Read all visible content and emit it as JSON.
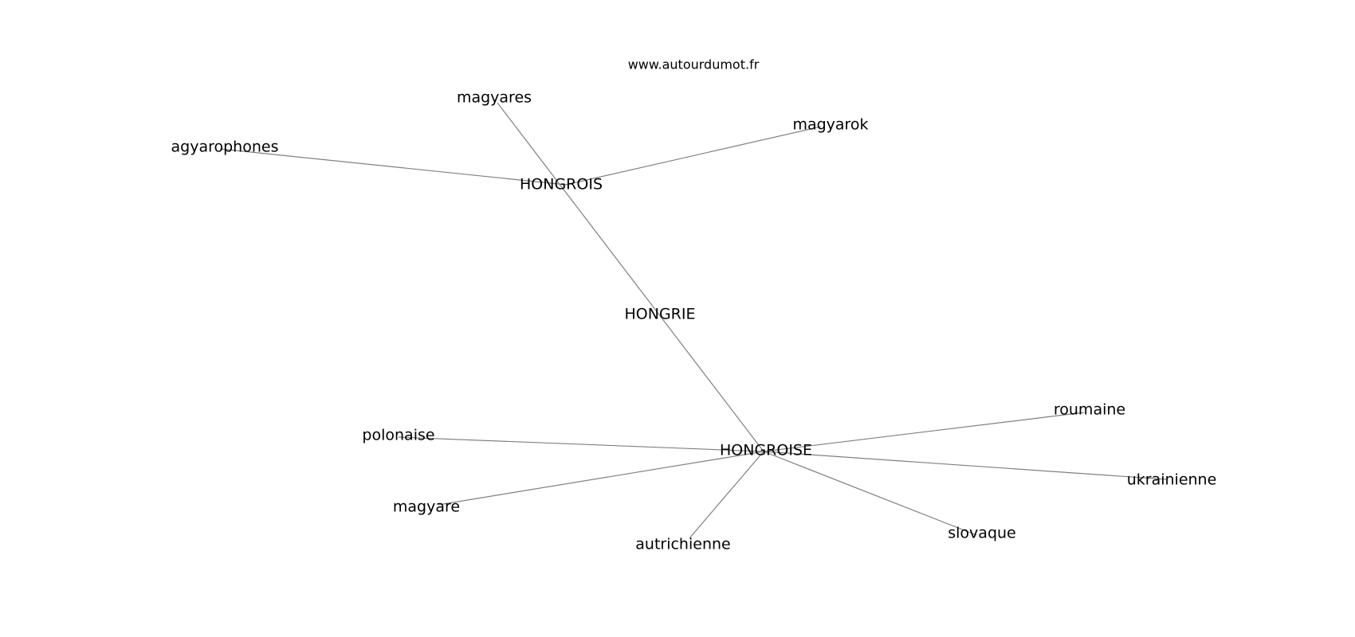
{
  "site": "www.autourdumot.fr",
  "graph": {
    "nodes": [
      {
        "id": "HONGRIE",
        "label": "HONGRIE"
      },
      {
        "id": "HONGROIS",
        "label": "HONGROIS"
      },
      {
        "id": "HONGROISE",
        "label": "HONGROISE"
      },
      {
        "id": "magyares",
        "label": "magyares"
      },
      {
        "id": "magyarok",
        "label": "magyarok"
      },
      {
        "id": "agyarophones",
        "label": "agyarophones"
      },
      {
        "id": "polonaise",
        "label": "polonaise"
      },
      {
        "id": "magyare",
        "label": "magyare"
      },
      {
        "id": "autrichienne",
        "label": "autrichienne"
      },
      {
        "id": "slovaque",
        "label": "slovaque"
      },
      {
        "id": "ukrainienne",
        "label": "ukrainienne"
      },
      {
        "id": "roumaine",
        "label": "roumaine"
      }
    ],
    "edges": [
      [
        "magyares",
        "HONGROISE"
      ],
      [
        "HONGROIS",
        "agyarophones"
      ],
      [
        "HONGROIS",
        "magyarok"
      ],
      [
        "HONGROISE",
        "polonaise"
      ],
      [
        "HONGROISE",
        "magyare"
      ],
      [
        "HONGROISE",
        "autrichienne"
      ],
      [
        "HONGROISE",
        "slovaque"
      ],
      [
        "HONGROISE",
        "ukrainienne"
      ],
      [
        "HONGROISE",
        "roumaine"
      ]
    ]
  }
}
